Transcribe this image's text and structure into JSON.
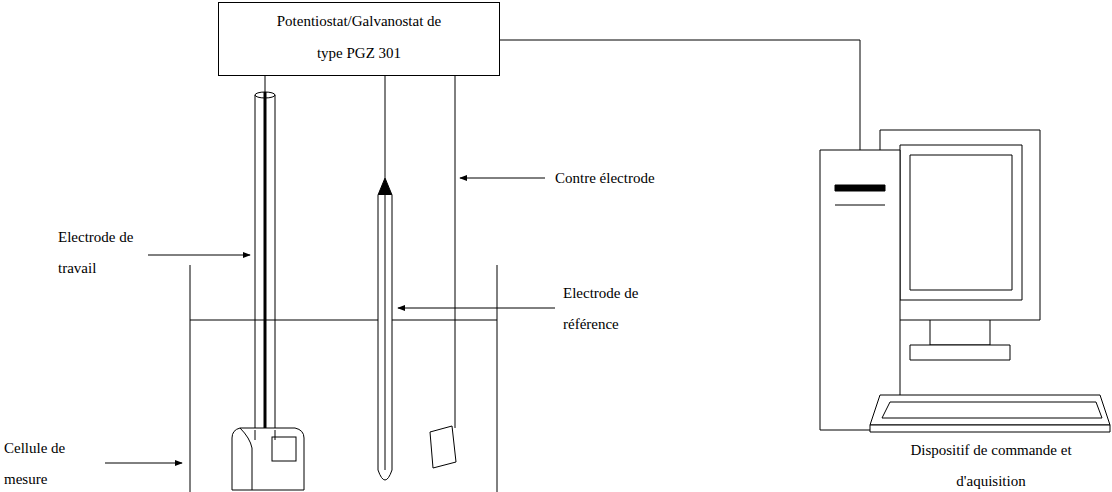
{
  "diagram": {
    "nodes": [
      {
        "text": [
          "Potentiostat/Galvanostat de type PGZ 301"
        ]
      }
    ],
    "labels": [
      "Contre électrode",
      "Electrode de travail",
      "Electrode de référence",
      "Dispositif de commande et d'aquisition",
      "Cellule de mesure"
    ]
  }
}
